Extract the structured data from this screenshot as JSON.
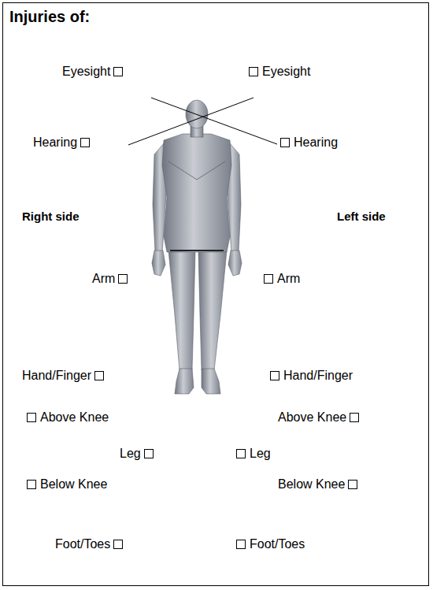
{
  "diagram": {
    "title": "Injuries of:",
    "labels": [
      "Eyesight",
      "Eyesight",
      "Hearing",
      "Hearing",
      "Right side",
      "Left side",
      "Arm",
      "Arm",
      "Hand/Finger",
      "Hand/Finger",
      "Above Knee",
      "Above Knee",
      "Leg",
      "Leg",
      "Below Knee",
      "Below Knee",
      "Foot/Toes",
      "Foot/Toes"
    ]
  }
}
